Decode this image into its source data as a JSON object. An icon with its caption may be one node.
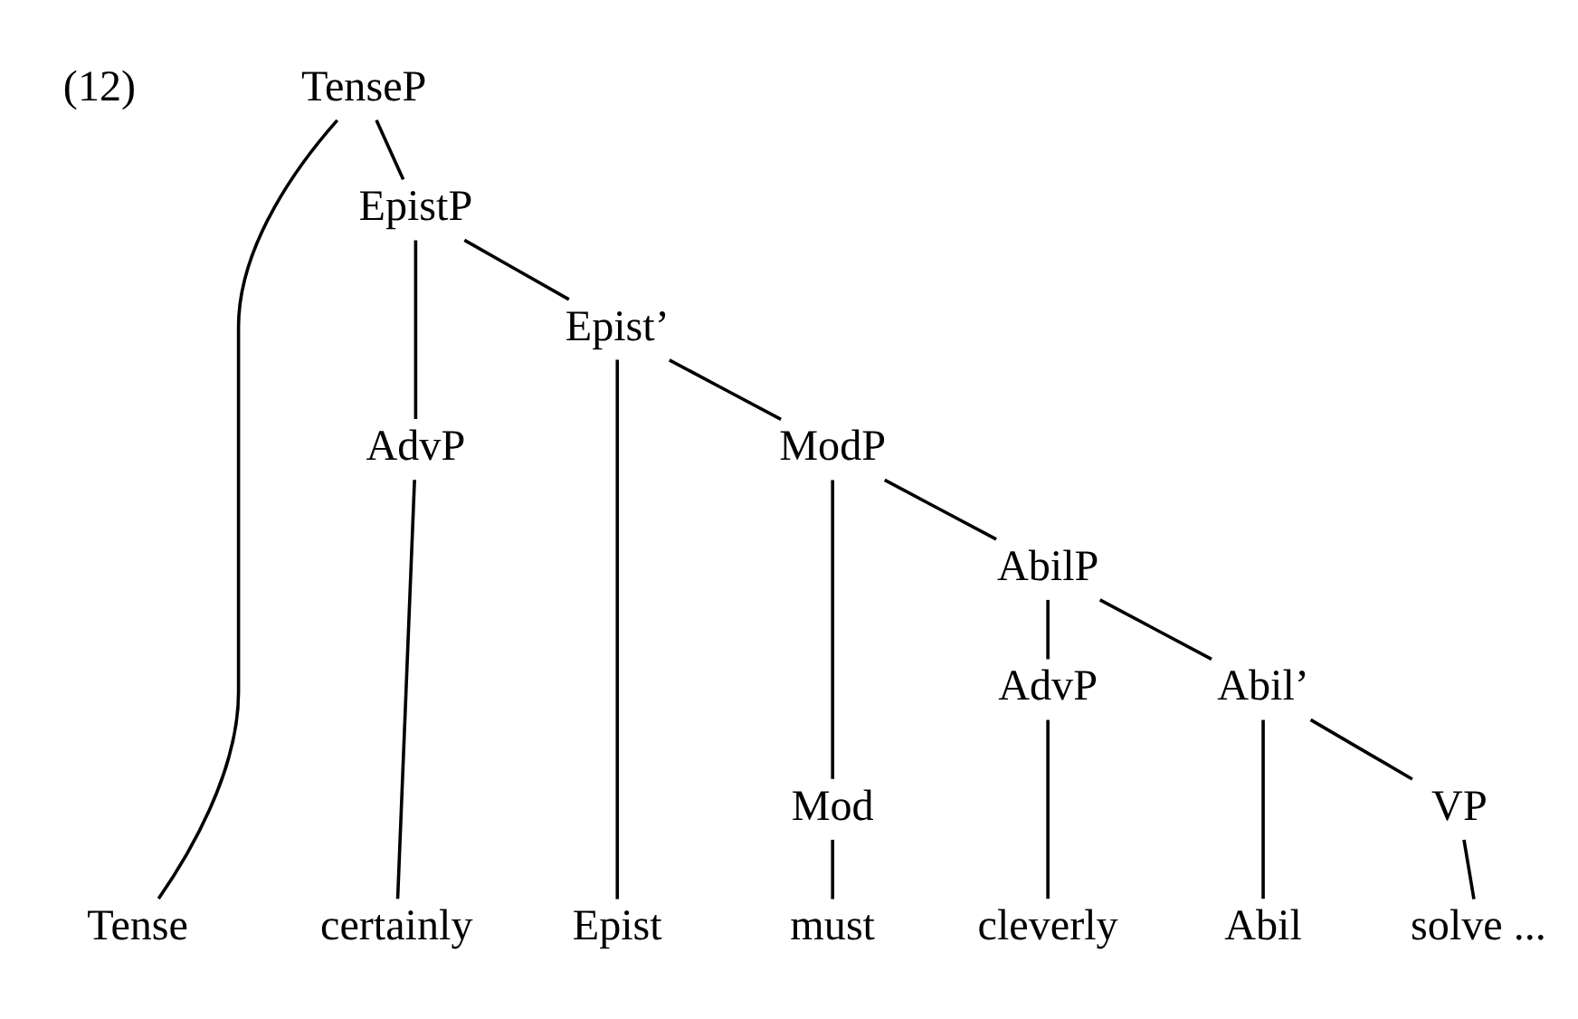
{
  "diagram": {
    "nodes": [
      {
        "text": [
          "TenseP"
        ]
      },
      {
        "text": [
          "Tense"
        ]
      },
      {
        "text": [
          "EpistP"
        ]
      },
      {
        "text": [
          "AdvP"
        ]
      },
      {
        "text": [
          "Epist’"
        ]
      },
      {
        "text": [
          "Epist"
        ]
      },
      {
        "text": [
          "ModP"
        ]
      },
      {
        "text": [
          "Mod"
        ]
      },
      {
        "text": [
          "AbilP"
        ]
      },
      {
        "text": [
          "AdvP"
        ]
      },
      {
        "text": [
          "Abil’"
        ]
      },
      {
        "text": [
          "Abil"
        ]
      },
      {
        "text": [
          "VP"
        ]
      },
      {
        "text": [
          "certainly"
        ]
      },
      {
        "text": [
          "must"
        ]
      },
      {
        "text": [
          "cleverly"
        ]
      },
      {
        "text": [
          "solve ..."
        ]
      }
    ],
    "edges": [
      {
        "from": 0,
        "to": 1,
        "arrow": "none"
      },
      {
        "from": 0,
        "to": 2,
        "arrow": "none"
      },
      {
        "from": 2,
        "to": 3,
        "arrow": "none"
      },
      {
        "from": 2,
        "to": 4,
        "arrow": "none"
      },
      {
        "from": 4,
        "to": 5,
        "arrow": "none"
      },
      {
        "from": 4,
        "to": 6,
        "arrow": "none"
      },
      {
        "from": 6,
        "to": 7,
        "arrow": "none"
      },
      {
        "from": 6,
        "to": 8,
        "arrow": "none"
      },
      {
        "from": 8,
        "to": 9,
        "arrow": "none"
      },
      {
        "from": 8,
        "to": 10,
        "arrow": "none"
      },
      {
        "from": 10,
        "to": 11,
        "arrow": "none"
      },
      {
        "from": 10,
        "to": 12,
        "arrow": "none"
      },
      {
        "from": 3,
        "to": 13,
        "arrow": "none"
      },
      {
        "from": 7,
        "to": 14,
        "arrow": "none"
      },
      {
        "from": 9,
        "to": 15,
        "arrow": "none"
      },
      {
        "from": 12,
        "to": 16,
        "arrow": "none"
      }
    ],
    "labels": [
      "(12)"
    ]
  }
}
